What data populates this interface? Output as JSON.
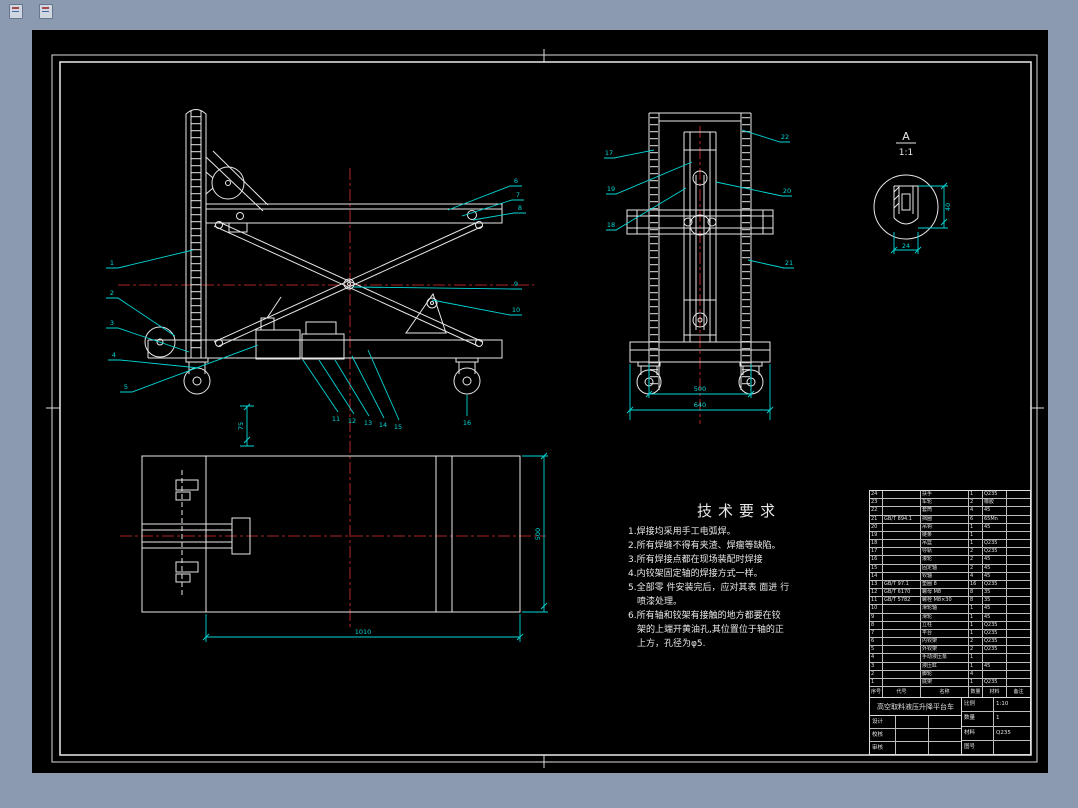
{
  "window": {
    "background": "#8c9ab0"
  },
  "sheet": {
    "background": "#000000",
    "line_color": "#e8e8e8",
    "dim_color": "#00d7d7",
    "centerline_color": "#e03232"
  },
  "detail_view": {
    "label": "A",
    "scale": "1:1"
  },
  "tech": {
    "title": "技术要求",
    "lines": [
      "1.焊接均采用手工电弧焊。",
      "2.所有焊缝不得有夹渣、焊瘤等缺陷。",
      "3.所有焊接点都在现场装配时焊接",
      "4.内铰架固定轴的焊接方式一样。",
      "5.全部零 件安装完后，应对其表 面进 行",
      "喷漆处理。",
      "6.所有轴和铰架有接触的地方都要在铰",
      "架的上端开黄油孔,其位置位于轴的正",
      "上方，孔径为φ5."
    ]
  },
  "balloons": {
    "side_left": [
      "1",
      "2",
      "3",
      "4",
      "5"
    ],
    "side_topright": [
      "6",
      "7",
      "8",
      "9",
      "10"
    ],
    "side_bottom": [
      "11",
      "12",
      "13",
      "14",
      "15",
      "16"
    ],
    "front": [
      "17",
      "18",
      "19",
      "20",
      "21",
      "22"
    ]
  },
  "dims": {
    "plan_width": "1010",
    "plan_height": "500",
    "front_base": "640",
    "front_track": "500",
    "side_left_dim": "75",
    "detail_h": "40",
    "detail_w": "24"
  },
  "bom": {
    "headers": [
      "序号",
      "代号",
      "名称",
      "数量",
      "材料",
      "备注"
    ],
    "rows": [
      {
        "seq": "24",
        "code": "",
        "name": "扶手",
        "qty": "1",
        "material": "Q235",
        "note": ""
      },
      {
        "seq": "23",
        "code": "",
        "name": "车轮",
        "qty": "2",
        "material": "橡胶",
        "note": ""
      },
      {
        "seq": "22",
        "code": "",
        "name": "套筒",
        "qty": "4",
        "material": "45",
        "note": ""
      },
      {
        "seq": "21",
        "code": "GB/T 894.1",
        "name": "挡圈",
        "qty": "6",
        "material": "65Mn",
        "note": ""
      },
      {
        "seq": "20",
        "code": "",
        "name": "吊钩",
        "qty": "1",
        "material": "45",
        "note": ""
      },
      {
        "seq": "19",
        "code": "",
        "name": "链条",
        "qty": "1",
        "material": "",
        "note": ""
      },
      {
        "seq": "18",
        "code": "",
        "name": "吊篮",
        "qty": "1",
        "material": "Q235",
        "note": ""
      },
      {
        "seq": "17",
        "code": "",
        "name": "导轨",
        "qty": "2",
        "material": "Q235",
        "note": ""
      },
      {
        "seq": "16",
        "code": "",
        "name": "滚轮",
        "qty": "2",
        "material": "45",
        "note": ""
      },
      {
        "seq": "15",
        "code": "",
        "name": "固定轴",
        "qty": "2",
        "material": "45",
        "note": ""
      },
      {
        "seq": "14",
        "code": "",
        "name": "铰轴",
        "qty": "4",
        "material": "45",
        "note": ""
      },
      {
        "seq": "13",
        "code": "GB/T 97.1",
        "name": "垫圈 8",
        "qty": "16",
        "material": "Q235",
        "note": ""
      },
      {
        "seq": "12",
        "code": "GB/T 6170",
        "name": "螺母 M8",
        "qty": "8",
        "material": "35",
        "note": ""
      },
      {
        "seq": "11",
        "code": "GB/T 5782",
        "name": "螺栓 M8×30",
        "qty": "8",
        "material": "35",
        "note": ""
      },
      {
        "seq": "10",
        "code": "",
        "name": "滑轮轴",
        "qty": "1",
        "material": "45",
        "note": ""
      },
      {
        "seq": "9",
        "code": "",
        "name": "滑轮",
        "qty": "1",
        "material": "45",
        "note": ""
      },
      {
        "seq": "8",
        "code": "",
        "name": "立柱",
        "qty": "1",
        "material": "Q235",
        "note": ""
      },
      {
        "seq": "7",
        "code": "",
        "name": "平台",
        "qty": "1",
        "material": "Q235",
        "note": ""
      },
      {
        "seq": "6",
        "code": "",
        "name": "内铰架",
        "qty": "2",
        "material": "Q235",
        "note": ""
      },
      {
        "seq": "5",
        "code": "",
        "name": "外铰架",
        "qty": "2",
        "material": "Q235",
        "note": ""
      },
      {
        "seq": "4",
        "code": "",
        "name": "手动液压泵",
        "qty": "1",
        "material": "",
        "note": ""
      },
      {
        "seq": "3",
        "code": "",
        "name": "液压缸",
        "qty": "1",
        "material": "45",
        "note": ""
      },
      {
        "seq": "2",
        "code": "",
        "name": "脚轮",
        "qty": "4",
        "material": "",
        "note": ""
      },
      {
        "seq": "1",
        "code": "",
        "name": "底架",
        "qty": "1",
        "material": "Q235",
        "note": ""
      }
    ]
  },
  "titleblock": {
    "title": "高空取料液压升降平台车",
    "design_label": "设计",
    "check_label": "校核",
    "audit_label": "审核",
    "scale_label": "比例",
    "scale": "1:10",
    "qty_label": "数量",
    "qty": "1",
    "material_label": "材料",
    "material": "Q235",
    "drawno_label": "图号",
    "drawno": ""
  }
}
